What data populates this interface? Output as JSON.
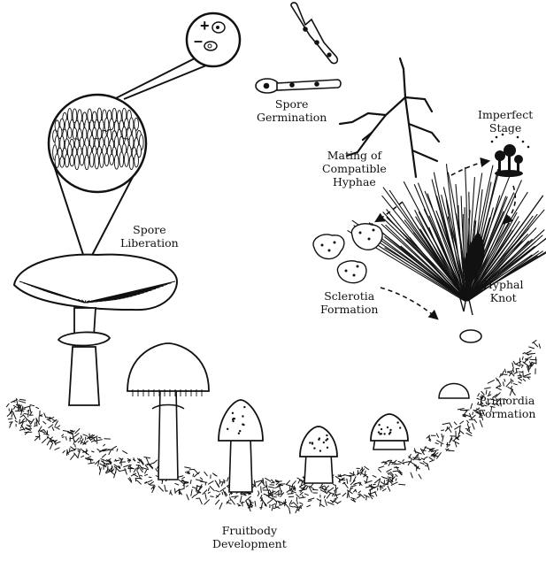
{
  "diagram": {
    "labels": {
      "spore_germination": [
        "Spore",
        "Germination"
      ],
      "imperfect_stage": [
        "Imperfect",
        "Stage"
      ],
      "mating": [
        "Mating of",
        "Compatible",
        "Hyphae"
      ],
      "spore_liberation": [
        "Spore",
        "Liberation"
      ],
      "sclerotia": [
        "Sclerotia",
        "Formation"
      ],
      "hyphal_knot": [
        "Hyphal",
        "Knot"
      ],
      "primordia": [
        "Primordia",
        "Formation"
      ],
      "fruitbody": [
        "Fruitbody",
        "Development"
      ]
    },
    "spore_symbols": {
      "plus": "+",
      "minus": "–"
    },
    "ink_color": "#111111",
    "paper_color": "#ffffff"
  }
}
